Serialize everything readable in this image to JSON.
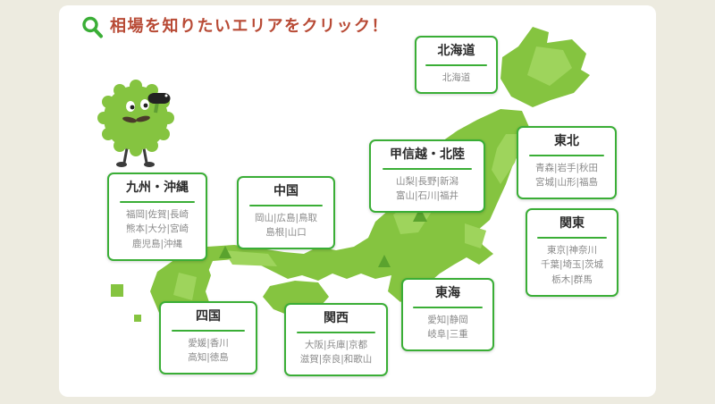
{
  "header": {
    "title": "相場を知りたいエリアをクリック！"
  },
  "colors": {
    "accent_green": "#3aae36",
    "title_red": "#b84a35",
    "map_green": "#85c440",
    "map_green_light": "#9ed45c",
    "map_green_dark": "#5aa32e",
    "page_bg": "#edebe0"
  },
  "regions": [
    {
      "id": "hokkaido",
      "name": "北海道",
      "lines": [
        "北海道"
      ]
    },
    {
      "id": "tohoku",
      "name": "東北",
      "lines": [
        "青森|岩手|秋田",
        "宮城|山形|福島"
      ]
    },
    {
      "id": "koshinetsu",
      "name": "甲信越・北陸",
      "lines": [
        "山梨|長野|新潟",
        "富山|石川|福井"
      ]
    },
    {
      "id": "kanto",
      "name": "関東",
      "lines": [
        "東京|神奈川",
        "千葉|埼玉|茨城",
        "栃木|群馬"
      ]
    },
    {
      "id": "kyushu",
      "name": "九州・沖縄",
      "lines": [
        "福岡|佐賀|長崎",
        "熊本|大分|宮崎",
        "鹿児島|沖縄"
      ]
    },
    {
      "id": "chugoku",
      "name": "中国",
      "lines": [
        "岡山|広島|鳥取",
        "島根|山口"
      ]
    },
    {
      "id": "tokai",
      "name": "東海",
      "lines": [
        "愛知|静岡",
        "岐阜|三重"
      ]
    },
    {
      "id": "shikoku",
      "name": "四国",
      "lines": [
        "愛媛|香川",
        "高知|徳島"
      ]
    },
    {
      "id": "kansai",
      "name": "関西",
      "lines": [
        "大阪|兵庫|京都",
        "滋賀|奈良|和歌山"
      ]
    }
  ]
}
